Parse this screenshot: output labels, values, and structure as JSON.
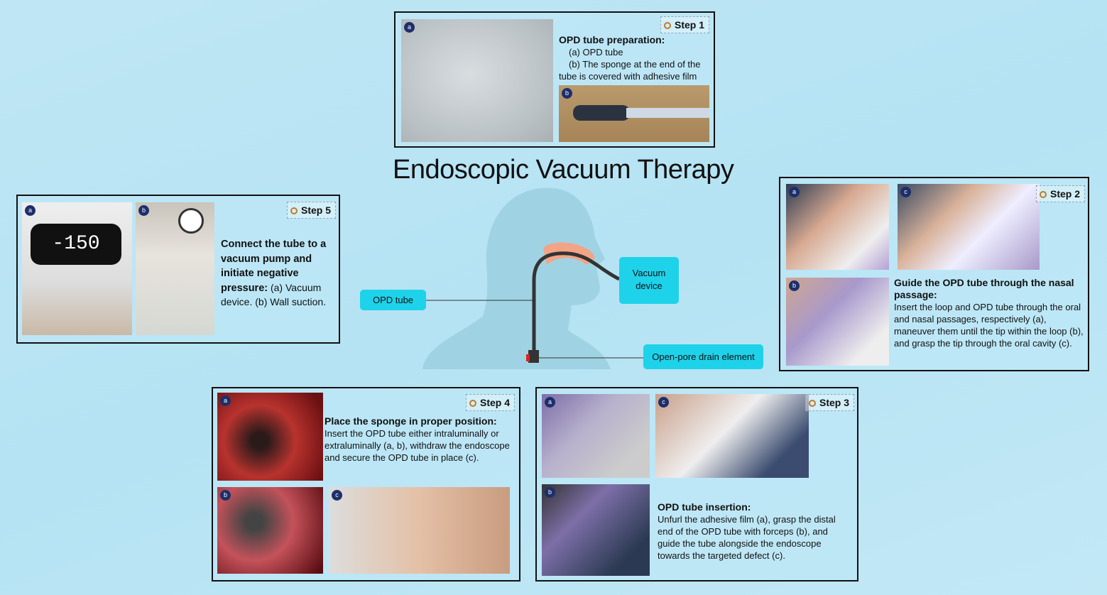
{
  "title": "Endoscopic Vacuum Therapy",
  "diagram": {
    "opd_tube": "OPD tube",
    "vacuum_device": "Vacuum device",
    "drain": "Open-pore drain element"
  },
  "step1": {
    "label": "Step 1",
    "heading": "OPD tube preparation:",
    "line_a": "(a) OPD tube",
    "line_b": "(b) The sponge at the end of the tube is covered with adhesive film",
    "photos": [
      "a",
      "b"
    ]
  },
  "step2": {
    "label": "Step 2",
    "heading": "Guide the OPD tube through the nasal passage:",
    "body": "Insert the loop and OPD tube through the oral and nasal passages, respectively (a), maneuver them until the tip within the loop (b), and grasp the tip through the oral cavity (c).",
    "photos": [
      "a",
      "b",
      "c"
    ]
  },
  "step3": {
    "label": "Step 3",
    "heading": "OPD tube insertion:",
    "body": "Unfurl the adhesive film (a), grasp the distal end of the OPD tube with forceps (b), and guide the tube alongside the endoscope towards the targeted defect (c).",
    "photos": [
      "a",
      "b",
      "c"
    ]
  },
  "step4": {
    "label": "Step 4",
    "heading": "Place the sponge in proper position:",
    "body": "Insert the OPD tube either intraluminally or extraluminally (a, b), withdraw the endoscope and secure the OPD tube in place (c).",
    "photos": [
      "a",
      "b",
      "c"
    ]
  },
  "step5": {
    "label": "Step 5",
    "heading": "Connect the tube to a vacuum pump and initiate negative pressure:",
    "body": "(a) Vacuum device. (b) Wall suction.",
    "display": "-150",
    "photos": [
      "a",
      "b"
    ]
  }
}
